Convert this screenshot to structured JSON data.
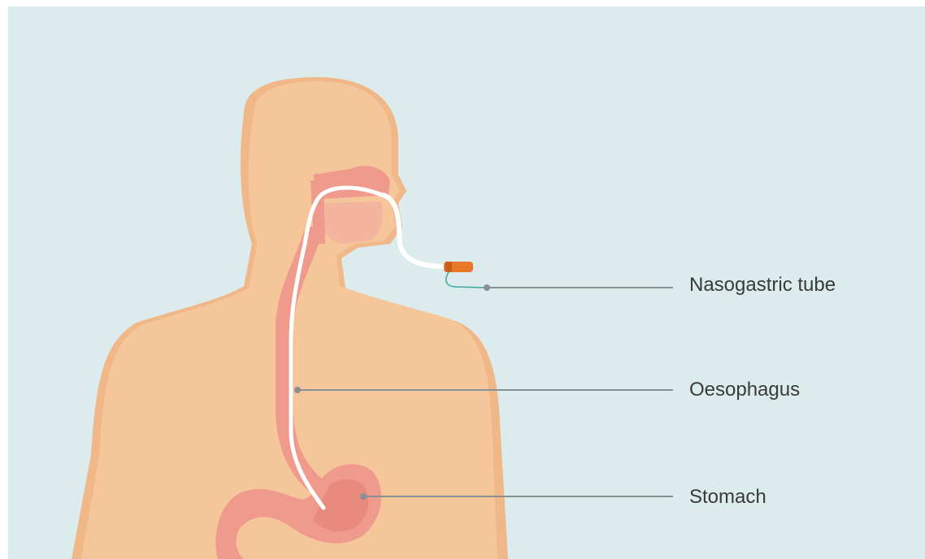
{
  "labels": {
    "nasogastric_tube": "Nasogastric tube",
    "oesophagus": "Oesophagus",
    "stomach": "Stomach"
  },
  "colors": {
    "background": "#dcebec",
    "skin": "#f5c69a",
    "skin_shadow": "#f0b788",
    "tract": "#ef9a8c",
    "tract_dark": "#e07e70",
    "tube": "#ffffff",
    "connector": "#e8772a",
    "leader_line": "#8a8f91"
  }
}
